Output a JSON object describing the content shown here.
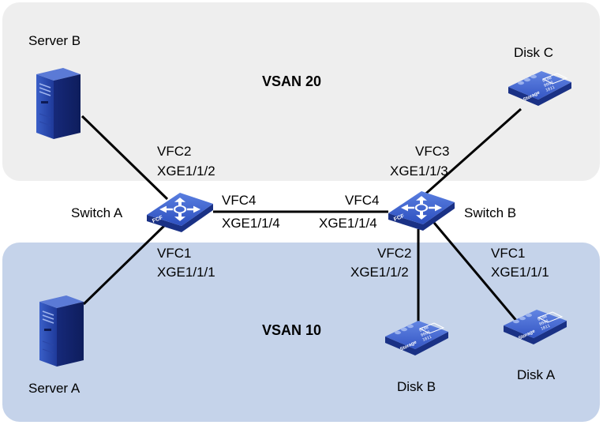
{
  "zones": {
    "top": {
      "label": "VSAN 20",
      "color": "#eeeeee"
    },
    "bottom": {
      "label": "VSAN 10",
      "color": "#c5d3ea"
    }
  },
  "devices": {
    "server_a": "Server A",
    "server_b": "Server B",
    "switch_a": "Switch A",
    "switch_b": "Switch B",
    "disk_a": "Disk A",
    "disk_b": "Disk B",
    "disk_c": "Disk C"
  },
  "ports": {
    "sa_to_server_b": [
      "VFC2",
      "XGE1/1/2"
    ],
    "sa_to_server_a": [
      "VFC1",
      "XGE1/1/1"
    ],
    "sa_to_sb": [
      "VFC4",
      "XGE1/1/4"
    ],
    "sb_to_sa": [
      "VFC4",
      "XGE1/1/4"
    ],
    "sb_to_disk_c": [
      "VFC3",
      "XGE1/1/3"
    ],
    "sb_to_disk_b": [
      "VFC2",
      "XGE1/1/2"
    ],
    "sb_to_disk_a": [
      "VFC1",
      "XGE1/1/1"
    ]
  },
  "badges": {
    "switch": "FCF",
    "storage": "Storage",
    "storage_bits": [
      "0100",
      "0000",
      "1011"
    ]
  },
  "icons": {
    "server": "server-tower-icon",
    "switch": "fcf-switch-icon",
    "storage": "storage-disk-icon"
  },
  "colors": {
    "device_blue": "#2b4eb5",
    "device_dark": "#15287a",
    "link": "#000000"
  }
}
